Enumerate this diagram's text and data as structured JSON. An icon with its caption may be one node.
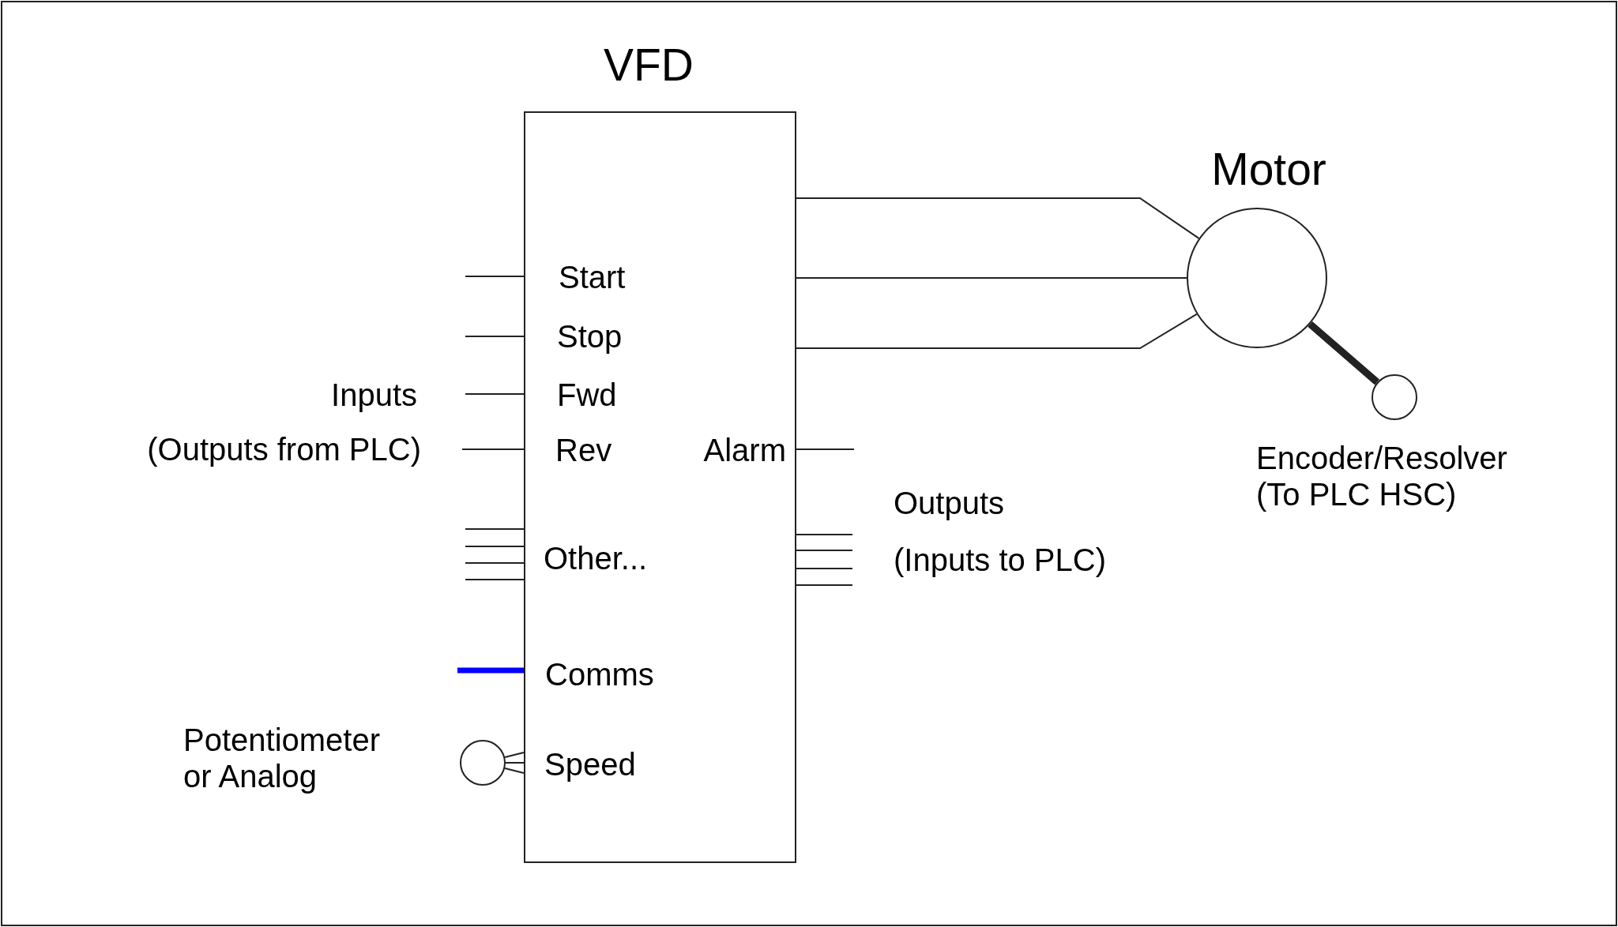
{
  "diagram": {
    "nodes": [
      {
        "text": [
          "VFD",
          "Start",
          "Stop",
          "Fwd",
          "Rev",
          "Alarm",
          "Other...",
          "Comms",
          "Speed"
        ]
      },
      {
        "text": [
          "Motor"
        ]
      },
      {
        "text": [],
        "shape": "circle",
        "beside": [
          "Encoder/Resolver (To PLC HSC)"
        ]
      },
      {
        "text": [],
        "shape": "circle",
        "beside": [
          "Potentiometer or Analog"
        ]
      }
    ],
    "edges": [
      {
        "from": null,
        "to": 0,
        "arrow": "none"
      },
      {
        "from": null,
        "to": 0,
        "arrow": "none"
      },
      {
        "from": null,
        "to": 0,
        "arrow": "none"
      },
      {
        "from": null,
        "to": 0,
        "arrow": "none"
      },
      {
        "from": null,
        "to": 0,
        "arrow": "none"
      },
      {
        "from": null,
        "to": 0,
        "arrow": "none"
      },
      {
        "from": null,
        "to": 0,
        "arrow": "none"
      },
      {
        "from": null,
        "to": 0,
        "arrow": "none"
      },
      {
        "from": null,
        "to": 0,
        "arrow": "none",
        "style": "thick",
        "color": "#0000ff"
      },
      {
        "from": 3,
        "to": 0,
        "arrow": "none"
      },
      {
        "from": 3,
        "to": 0,
        "arrow": "none"
      },
      {
        "from": 3,
        "to": 0,
        "arrow": "none"
      },
      {
        "from": 0,
        "to": null,
        "arrow": "none"
      },
      {
        "from": 0,
        "to": null,
        "arrow": "none"
      },
      {
        "from": 0,
        "to": null,
        "arrow": "none"
      },
      {
        "from": 0,
        "to": null,
        "arrow": "none"
      },
      {
        "from": 0,
        "to": null,
        "arrow": "none"
      },
      {
        "from": 0,
        "to": 1,
        "arrow": "none"
      },
      {
        "from": 0,
        "to": 1,
        "arrow": "none"
      },
      {
        "from": 0,
        "to": 1,
        "arrow": "none"
      },
      {
        "from": 1,
        "to": 2,
        "arrow": "none",
        "style": "thick"
      }
    ],
    "labels": [
      "Inputs",
      "(Outputs from PLC)",
      "Outputs",
      "(Inputs to PLC)"
    ]
  }
}
